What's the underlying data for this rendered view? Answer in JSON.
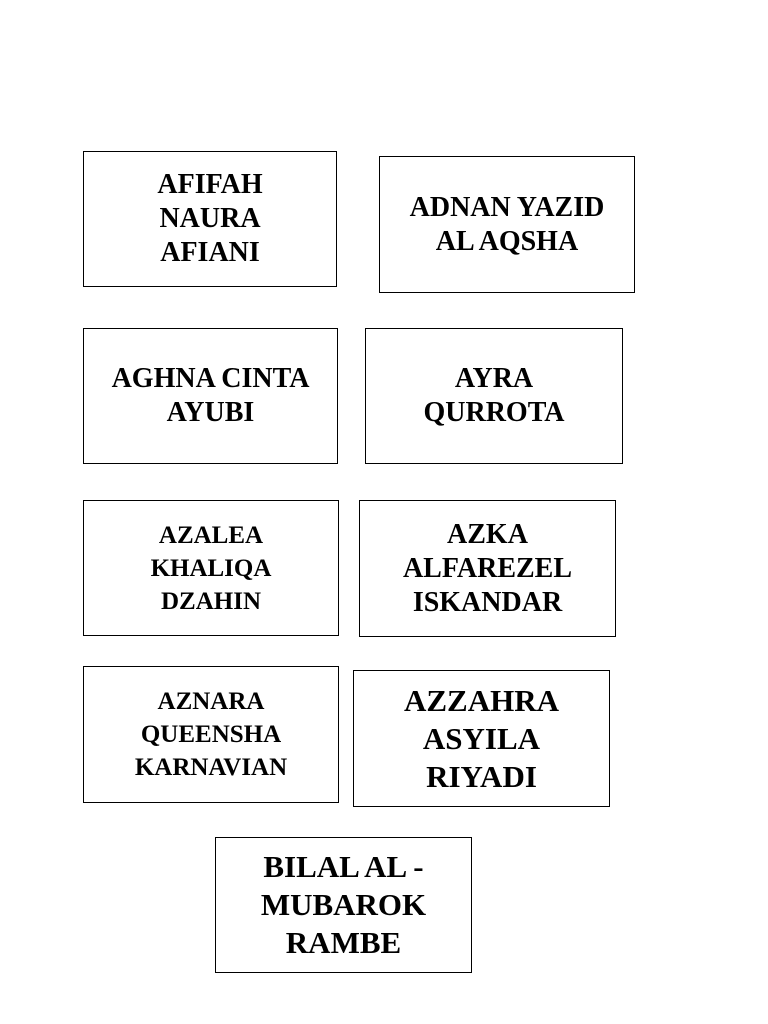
{
  "cards": [
    {
      "name": "AFIFAH\nNAURA\nAFIANI"
    },
    {
      "name": "ADNAN YAZID\nAL AQSHA"
    },
    {
      "name": "AGHNA CINTA\nAYUBI"
    },
    {
      "name": "AYRA\nQURROTA"
    },
    {
      "name": "AZALEA\nKHALIQA\nDZAHIN"
    },
    {
      "name": "AZKA\nALFAREZEL\nISKANDAR"
    },
    {
      "name": "AZNARA\nQUEENSHA\nKARNAVIAN"
    },
    {
      "name": "AZZAHRA\nASYILA\nRIYADI"
    },
    {
      "name": "BILAL AL -\nMUBAROK\nRAMBE"
    }
  ]
}
